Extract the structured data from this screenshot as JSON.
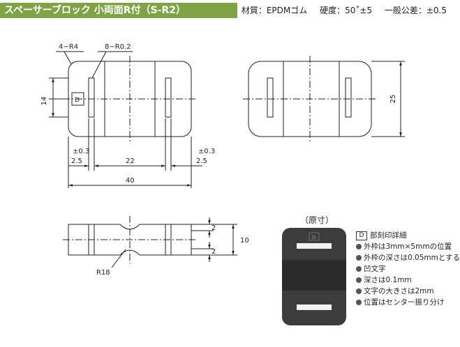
{
  "header": {
    "title": "スペーサーブロック 小両面R付（S-R2）",
    "material": "材質：EPDMゴム",
    "hardness": "硬度：50˚±5",
    "tolerance": "一般公差：±0.5",
    "band_color": "#7fa346"
  },
  "drawing_top_left": {
    "corner_radius_label": "4−R4",
    "edge_radius_label": "8−R0.2",
    "mark_letter": "D",
    "height_label": "14",
    "tol_left": "±0.3",
    "dim_left": "2.5",
    "dim_middle": "22",
    "tol_right": "±0.3",
    "dim_right": "2.5",
    "overall_width": "40"
  },
  "drawing_top_right": {
    "height_label": "25"
  },
  "drawing_side": {
    "dim_top": "2",
    "dim_bottom": "2",
    "height_label": "10",
    "radius_label": "R18"
  },
  "actual_size": {
    "label": "（原寸）",
    "mark_letter": "D"
  },
  "legend": {
    "mark_letter": "D",
    "title": "部刻印詳細",
    "items": [
      "外枠は3mm×5mmの位置",
      "外枠の深さは0.05mmとする",
      "凹文字",
      "深さは0.1mm",
      "文字の大きさは2mm",
      "位置はセンター振り分け"
    ]
  }
}
